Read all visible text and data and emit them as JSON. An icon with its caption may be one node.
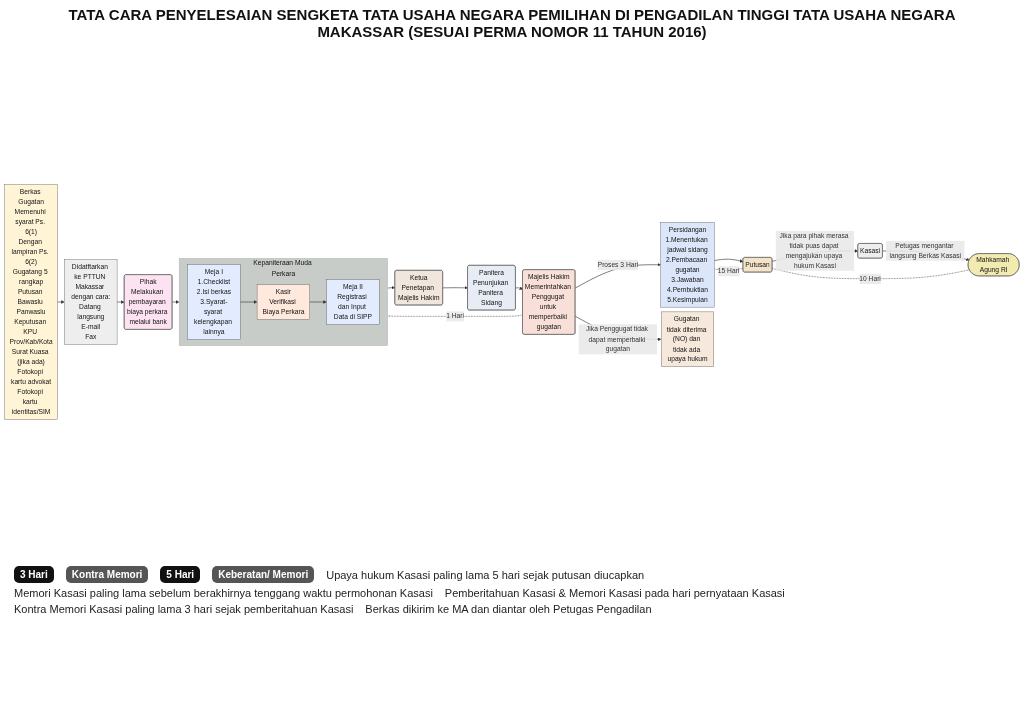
{
  "diagram": {
    "title": "TATA CARA PENYELESAIAN SENGKETA TATA USAHA NEGARA PEMILIHAN DI PENGADILAN TINGGI TATA USAHA NEGARA MAKASSAR (SESUAI PERMA NOMOR 11 TAHUN 2016)",
    "nodes": [
      {
        "text": [
          "Berkas Gugatan",
          "Memenuhi syarat Ps. 6(1)",
          "Dengan lampiran Ps. 6(2)",
          "Gugatang 5 rangkap",
          "Putusan Bawaslu Panwaslu",
          "Keputusan KPU Prov/Kab/Kota",
          "Surat Kuasa (jika ada)",
          "Fotokopi kartu advokat",
          "Fotokopi kartu identitas/SIM"
        ]
      },
      {
        "text": [
          "Didatftarkan ke PTTUN Makassar dengan cara:",
          "Datang langsung",
          "E-mail",
          "Fax"
        ]
      },
      {
        "text": [
          "Pihak",
          "Melakukan pembayaran biaya perkara melalui bank"
        ]
      },
      {
        "text": [
          "Kepaniteraan Muda Perkara"
        ]
      },
      {
        "text": [
          "Meja I",
          "1.Checklist",
          "2.Isi berkas",
          "3.Syarat-syarat kelengkapan lainnya"
        ],
        "in": 3
      },
      {
        "text": [
          "Kasir",
          "Verifikasi Biaya Perkara"
        ],
        "in": 3
      },
      {
        "text": [
          "Meja II",
          "Registrasi dan Input Data di SIPP"
        ],
        "in": 3
      },
      {
        "text": [
          "Ketua",
          "Penetapan Majelis Hakim"
        ]
      },
      {
        "text": [
          "Panitera",
          "Penunjukan Panitera Sidang"
        ]
      },
      {
        "text": [
          "Majelis Hakim",
          "Memerintahkan Penggugat untuk memperbaiki gugatan"
        ]
      },
      {
        "text": [
          "Persidangan",
          "1.Menentukan jadwal sidang",
          "2.Pembacaan gugatan",
          "3.Jawaban",
          "4.Pembuktian",
          "5.Kesimpulan"
        ]
      },
      {
        "text": [
          "Gugatan tidak diterima (NO) dan tidak ada upaya hukum"
        ]
      },
      {
        "text": [
          "Putusan"
        ]
      },
      {
        "text": [
          "Kasasi"
        ]
      },
      {
        "text": [
          "Mahkamah Agung RI"
        ]
      }
    ],
    "edges": [
      {
        "from": 0,
        "to": 1,
        "arrow": "to"
      },
      {
        "from": 1,
        "to": 2,
        "arrow": "to"
      },
      {
        "from": 2,
        "to": 3,
        "arrow": "to"
      },
      {
        "from": 4,
        "to": 5,
        "arrow": "to"
      },
      {
        "from": 5,
        "to": 6,
        "arrow": "to"
      },
      {
        "from": 3,
        "to": 7,
        "arrow": "to"
      },
      {
        "from": 7,
        "to": 8,
        "arrow": "to"
      },
      {
        "from": 8,
        "to": 9,
        "arrow": "to"
      },
      {
        "from": 3,
        "to": 9,
        "arrow": "none",
        "style": "dashed",
        "label": "1 Hari"
      },
      {
        "from": 9,
        "to": 10,
        "arrow": "to",
        "label": "Proses 3 Hari"
      },
      {
        "from": 9,
        "to": 11,
        "arrow": "to",
        "label": "Jika Penggugat tidak dapat memperbaiki gugatan"
      },
      {
        "from": 10,
        "to": 12,
        "arrow": "to"
      },
      {
        "from": 12,
        "to": 13,
        "arrow": "to",
        "label": "Jika para pihak merasa tidak puas dapat mengajukan upaya hukum Kasasi"
      },
      {
        "from": 13,
        "to": 14,
        "arrow": "to",
        "label": "Petugas mengantar langsung Berkas Kasasi"
      },
      {
        "from": 12,
        "to": 14,
        "arrow": "none",
        "style": "dashed",
        "label": "10 Hari"
      },
      {
        "from": 12,
        "to": 10,
        "arrow": "none",
        "style": "dashed",
        "label": "15 Hari"
      }
    ],
    "labels": [
      "3 Hari",
      "Kontra Memori",
      "5 Hari",
      "Keberatan/ Memori",
      "Upaya hukum Kasasi paling lama 5 hari sejak putusan diucapkan",
      "Memori Kasasi paling lama sebelum berakhirnya tenggang waktu permohonan Kasasi",
      "Pemberitahuan Kasasi & Memori Kasasi pada hari pernyataan Kasasi",
      "Kontra Memori Kasasi paling lama 3 hari sejak pemberitahuan Kasasi",
      "Berkas dikirim ke MA dan diantar oleh Petugas Pengadilan"
    ]
  }
}
